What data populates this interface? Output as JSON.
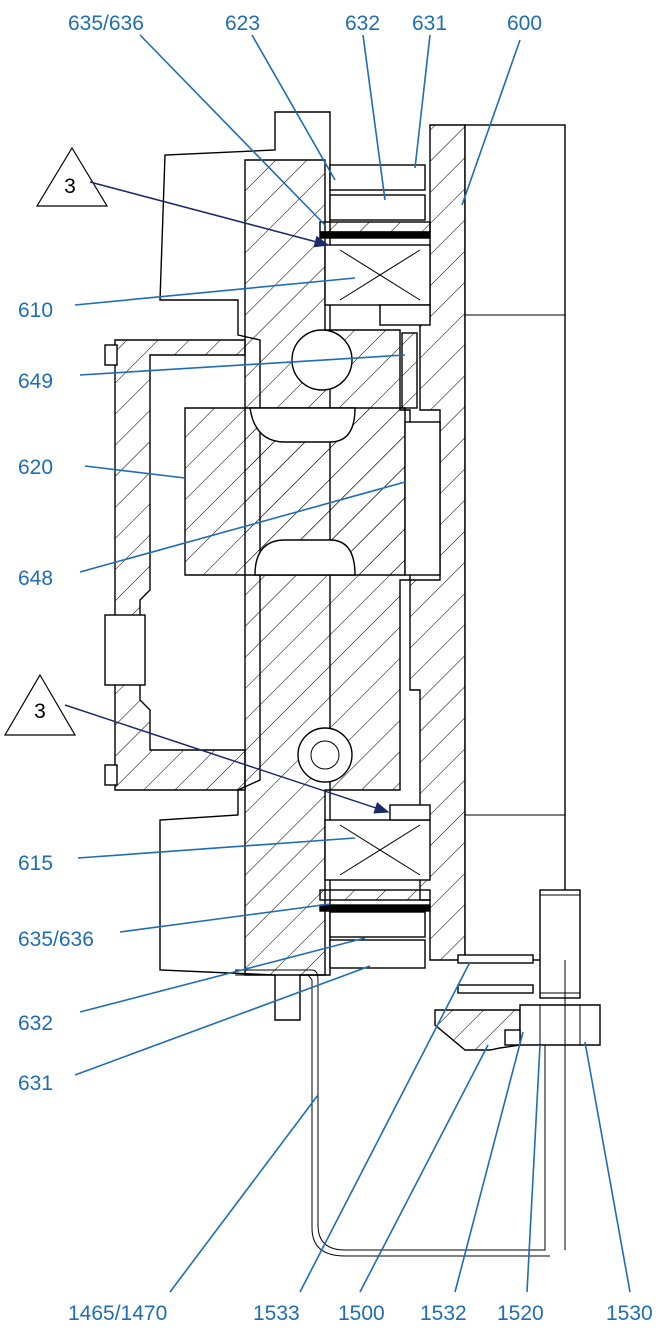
{
  "callouts": {
    "top": [
      "635/636",
      "623",
      "632",
      "631",
      "600"
    ],
    "left": [
      "610",
      "649",
      "620",
      "648",
      "615",
      "635/636",
      "632",
      "631"
    ],
    "bottom": [
      "1465/1470",
      "1533",
      "1500",
      "1532",
      "1520",
      "1530"
    ]
  },
  "markers": [
    "3",
    "3"
  ],
  "colors": {
    "callout": "#1f6db5",
    "line": "#000000",
    "marker_arrow": "#1a2a6b"
  }
}
